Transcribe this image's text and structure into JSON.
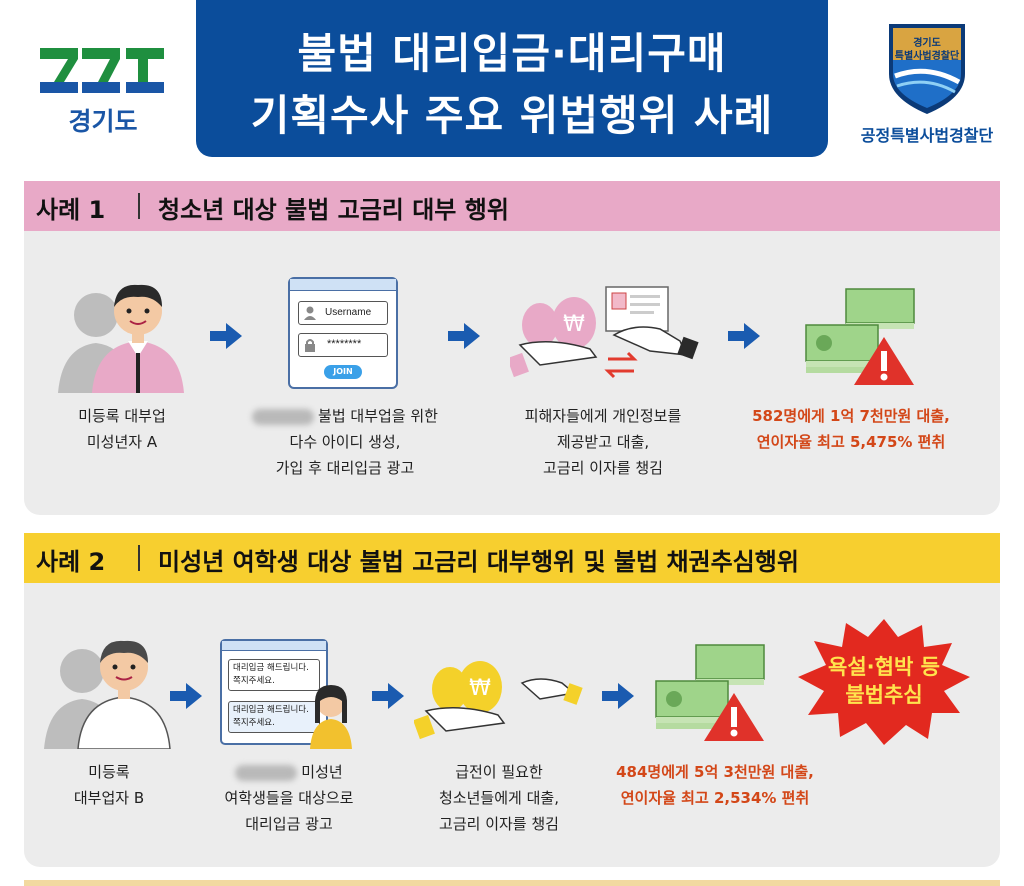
{
  "header": {
    "left_logo_text": "경기도",
    "title_line1": "불법 대리입금·대리구매",
    "title_line2": "기획수사 주요 위법행위 사례",
    "right_emblem_line1": "경기도",
    "right_emblem_line2": "특별사법경찰단",
    "right_logo_text": "공정특별사법경찰단"
  },
  "colors": {
    "title_bg": "#0b4d9b",
    "case1_band": "#e8a9c7",
    "case2_band": "#f7cf2f",
    "panel_bg": "#ececec",
    "highlight_red": "#d34718",
    "arrow_blue": "#1a5bb0"
  },
  "case1": {
    "label": "사례 1",
    "title": "청소년 대상 불법 고금리 대부 행위",
    "login_widget": {
      "username_placeholder": "Username",
      "password_mask": "********",
      "join_label": "JOIN"
    },
    "steps": [
      {
        "lines": [
          "미등록 대부업",
          "미성년자 A"
        ]
      },
      {
        "lines": [
          "불법 대부업을 위한",
          "다수 아이디 생성,",
          "가입 후 대리입금 광고"
        ],
        "redacted_prefix": true
      },
      {
        "lines": [
          "피해자들에게 개인정보를",
          "제공받고 대출,",
          "고금리 이자를 챙김"
        ]
      },
      {
        "lines": [
          "582명에게 1억 7천만원 대출,",
          "연이자율 최고 5,475% 편취"
        ],
        "highlight": true
      }
    ]
  },
  "case2": {
    "label": "사례 2",
    "title": "미성년 여학생 대상 불법 고금리 대부행위 및 불법 채권추심행위",
    "chat_bubble1": [
      "대리입금 해드립니다.",
      "쪽지주세요."
    ],
    "chat_bubble2": [
      "대리입금 해드립니다.",
      "쪽지주세요."
    ],
    "burst_lines": [
      "욕설·협박 등",
      "불법추심"
    ],
    "steps": [
      {
        "lines": [
          "미등록",
          "대부업자 B"
        ]
      },
      {
        "lines": [
          "미성년",
          "여학생들을 대상으로",
          "대리입금 광고"
        ],
        "redacted_prefix": true
      },
      {
        "lines": [
          "급전이 필요한",
          "청소년들에게 대출,",
          "고금리 이자를 챙김"
        ]
      },
      {
        "lines": [
          "484명에게 5억 3천만원 대출,",
          "연이자율 최고 2,534% 편취"
        ],
        "highlight": true
      }
    ]
  },
  "icons": [
    "gyeonggi-logo",
    "police-emblem-icon",
    "person-icon",
    "login-window-icon",
    "money-bag-icon",
    "hand-icon",
    "id-card-icon",
    "exchange-arrows-icon",
    "banknote-stack-icon",
    "warning-icon",
    "chat-window-icon",
    "arrow-right-icon",
    "burst-badge"
  ]
}
